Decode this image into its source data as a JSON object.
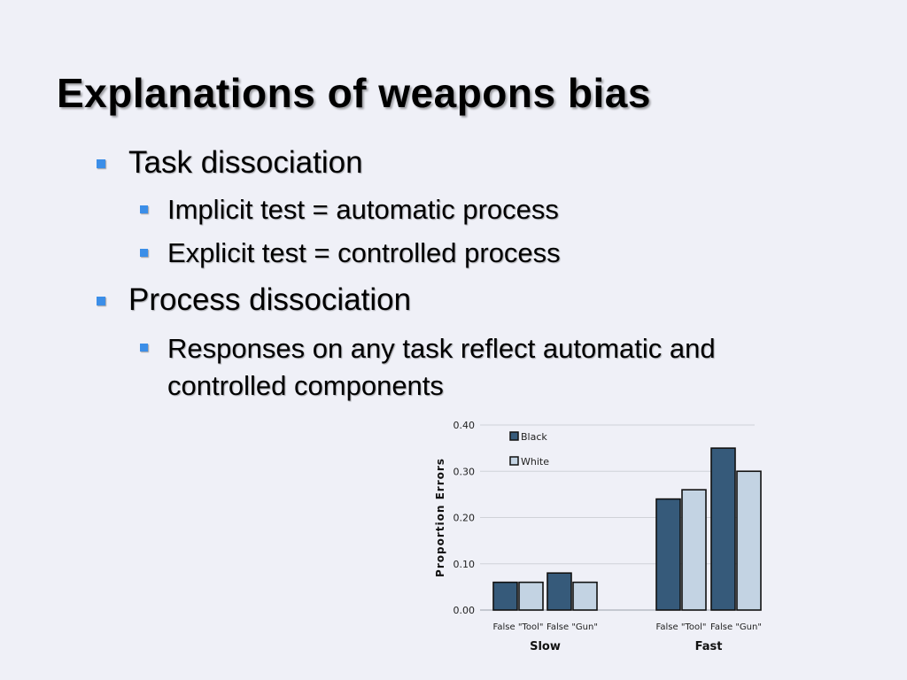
{
  "slide": {
    "title": "Explanations of weapons bias",
    "bullets": [
      {
        "level": 1,
        "text": "Task dissociation"
      },
      {
        "level": 2,
        "text": "Implicit test = automatic process"
      },
      {
        "level": 2,
        "text": "Explicit test = controlled process"
      },
      {
        "level": 1,
        "text": "Process dissociation"
      },
      {
        "level": 2,
        "text": "Responses on any task reflect automatic and",
        "text2": "controlled components"
      }
    ]
  },
  "colors": {
    "background": "#eff0f7",
    "bullet": "#3b8ee8",
    "black_series": "#365a7a",
    "white_series": "#c3d3e3"
  },
  "chart_data": {
    "type": "bar",
    "title": "",
    "xlabel": "",
    "ylabel": "Proportion Errors",
    "ylim": [
      0,
      0.4
    ],
    "yticks": [
      "0.00",
      "0.10",
      "0.20",
      "0.30",
      "0.40"
    ],
    "grid": true,
    "legend_position": "top-left",
    "groups": [
      "Slow",
      "Fast"
    ],
    "categories": [
      "False \"Tool\"",
      "False \"Gun\"",
      "False \"Tool\"",
      "False \"Gun\""
    ],
    "category_group": [
      0,
      0,
      1,
      1
    ],
    "series": [
      {
        "name": "Black",
        "values": [
          0.06,
          0.08,
          0.24,
          0.35
        ]
      },
      {
        "name": "White",
        "values": [
          0.06,
          0.06,
          0.26,
          0.3
        ]
      }
    ]
  }
}
